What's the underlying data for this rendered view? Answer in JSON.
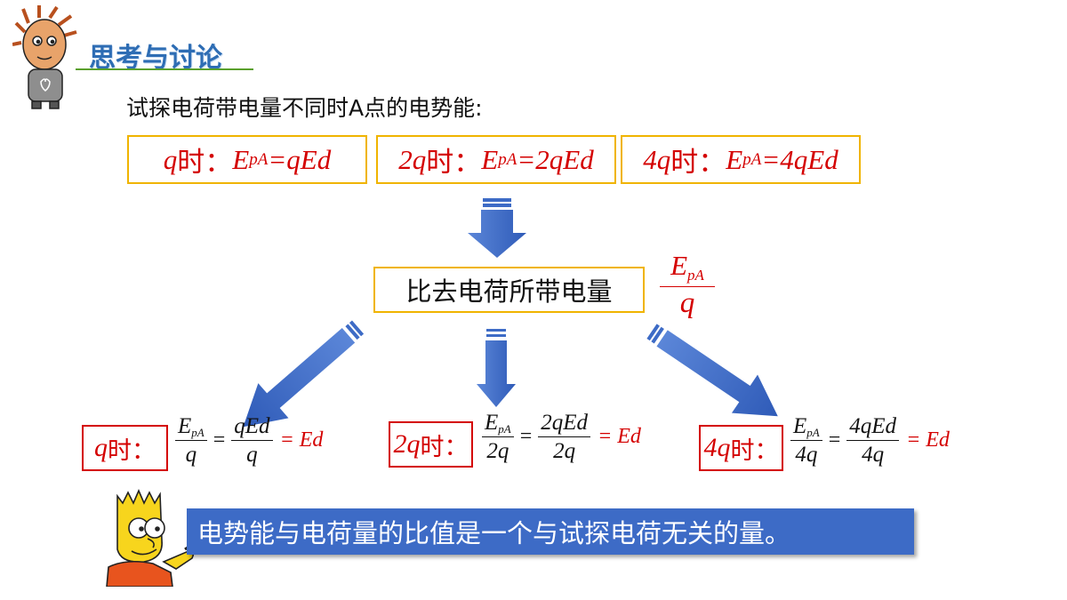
{
  "header": {
    "title": "思考与讨论"
  },
  "intro": "试探电荷带电量不同时A点的电势能:",
  "top_boxes": [
    {
      "charge": "q",
      "shi": "时：",
      "E": "E",
      "sub": "pA",
      "rhs": "=qEd"
    },
    {
      "charge": "2q",
      "shi": "时：",
      "E": "E",
      "sub": "pA",
      "rhs": "=2qEd"
    },
    {
      "charge": "4q",
      "shi": "时：",
      "E": "E",
      "sub": "pA",
      "rhs": "=4qEd"
    }
  ],
  "center": {
    "text": "比去电荷所带电量",
    "frac_num": "E",
    "frac_num_sub": "pA",
    "frac_den": "q"
  },
  "results": [
    {
      "charge": "q",
      "shi": "时：",
      "n1": "E",
      "n1sub": "pA",
      "d1": "q",
      "n2": "qEd",
      "d2": "q",
      "eq": "=",
      "res": "= Ed"
    },
    {
      "charge": "2q",
      "shi": "时：",
      "n1": "E",
      "n1sub": "pA",
      "d1": "2q",
      "n2": "2qEd",
      "d2": "2q",
      "eq": "=",
      "res": "= Ed"
    },
    {
      "charge": "4q",
      "shi": "时：",
      "n1": "E",
      "n1sub": "pA",
      "d1": "4q",
      "n2": "4qEd",
      "d2": "4q",
      "eq": "=",
      "res": "= Ed"
    }
  ],
  "conclusion": "电势能与电荷量的比值是一个与试探电荷无关的量。",
  "colors": {
    "heading": "#2e6db4",
    "box_border": "#f0b400",
    "red": "#d40000",
    "arrow": "#3d6bc6",
    "banner": "#3d6bc6"
  },
  "icons": {
    "thinker": "cartoon-thinker-icon",
    "bart": "cartoon-pointing-boy-icon"
  }
}
